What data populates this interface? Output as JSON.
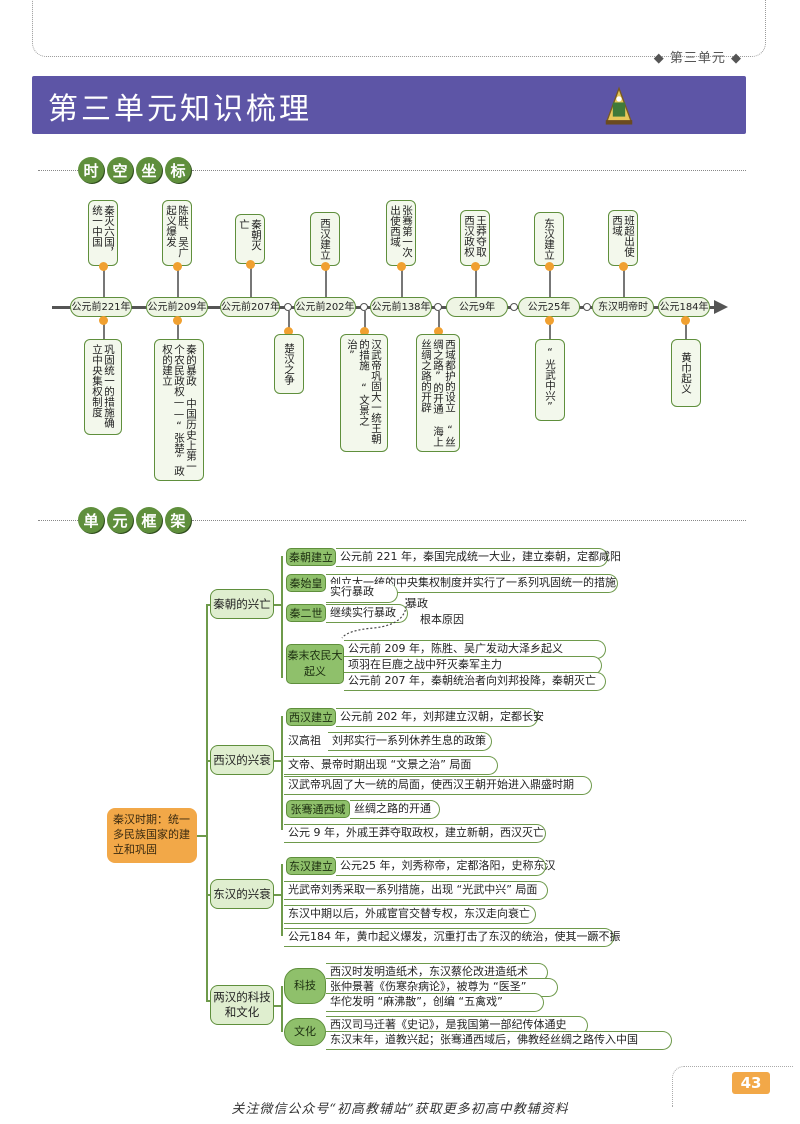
{
  "header": {
    "unit_label": "◆ 第三单元 ◆",
    "title": "第三单元知识梳理"
  },
  "sections": {
    "timeline": [
      "时",
      "空",
      "坐",
      "标"
    ],
    "framework": [
      "单",
      "元",
      "框",
      "架"
    ]
  },
  "timeline": {
    "dates": [
      "公元前221年",
      "公元前209年",
      "公元前207年",
      "公元前202年",
      "公元前138年",
      "公元9年",
      "公元25年",
      "东汉明帝时",
      "公元184年"
    ],
    "above": [
      "秦灭六国，统一中国",
      "陈胜、吴广起义爆发",
      "秦朝灭亡",
      "西汉建立",
      "张骞第一次出使西域",
      "王莽夺取西汉政权",
      "东汉建立",
      "班超出使西域"
    ],
    "below": [
      "巩固统一的措施确立中央集权制度",
      "秦的暴政 中国历史上第一个农民政权——“张楚”政权的建立",
      "楚汉之争",
      "汉武帝巩固大一统王朝的措施 “文景之治”",
      "西域都护的设立 “丝绸之路”的开通 海上丝绸之路的开辟",
      "“光武中兴”",
      "黄巾起义"
    ]
  },
  "framework": {
    "root": "秦汉时期：统一多民族国家的建立和巩固",
    "qin": {
      "label": "秦朝的兴亡",
      "tags": [
        "秦朝建立",
        "秦始皇",
        "秦二世",
        "秦末农民大起义"
      ],
      "rows": [
        "公元前 221 年，秦国完成统一大业，建立秦朝，定都咸阳",
        "创立大一统的中央集权制度并实行了一系列巩固统一的措施",
        "实行暴政",
        "继续实行暴政",
        "公元前 209 年，陈胜、吴广发动大泽乡起义",
        "项羽在巨鹿之战中歼灭秦军主力",
        "公元前 207 年，秦朝统治者向刘邦投降，秦朝灭亡"
      ],
      "note_baozheng": "暴政",
      "note_reason": "根本原因"
    },
    "xihan": {
      "label": "西汉的兴衰",
      "tags": [
        "西汉建立",
        "汉高祖",
        "张骞通西域"
      ],
      "rows": [
        "公元前 202 年，刘邦建立汉朝，定都长安",
        "刘邦实行一系列休养生息的政策",
        "文帝、景帝时期出现 “文景之治” 局面",
        "汉武帝巩固了大一统的局面，使西汉王朝开始进入鼎盛时期",
        "丝绸之路的开通",
        "公元 9 年，外戚王莽夺取政权，建立新朝，西汉灭亡"
      ]
    },
    "donghan": {
      "label": "东汉的兴衰",
      "tags": [
        "东汉建立"
      ],
      "rows": [
        "公元25 年，刘秀称帝，定都洛阳，史称东汉",
        "光武帝刘秀采取一系列措施，出现 “光武中兴” 局面",
        "东汉中期以后，外戚宦官交替专权，东汉走向衰亡",
        "公元184 年，黄巾起义爆发，沉重打击了东汉的统治，使其一蹶不振"
      ]
    },
    "culture": {
      "label": "两汉的科技和文化",
      "tags": [
        "科技",
        "文化"
      ],
      "rows": [
        "西汉时发明造纸术，东汉蔡伦改进造纸术",
        "张仲景著《伤寒杂病论》，被尊为 “医圣”",
        "华佗发明 “麻沸散”，创编 “五禽戏”",
        "西汉司马迁著《史记》，是我国第一部纪传体通史",
        "东汉末年，道教兴起；张骞通西域后，佛教经丝绸之路传入中国"
      ]
    }
  },
  "page_number": "43",
  "footer": "关注微信公众号“初高教辅站”获取更多初高中教辅资料",
  "colors": {
    "banner": "#5d55a6",
    "green": "#5f8f3c",
    "orange": "#f2a848"
  }
}
